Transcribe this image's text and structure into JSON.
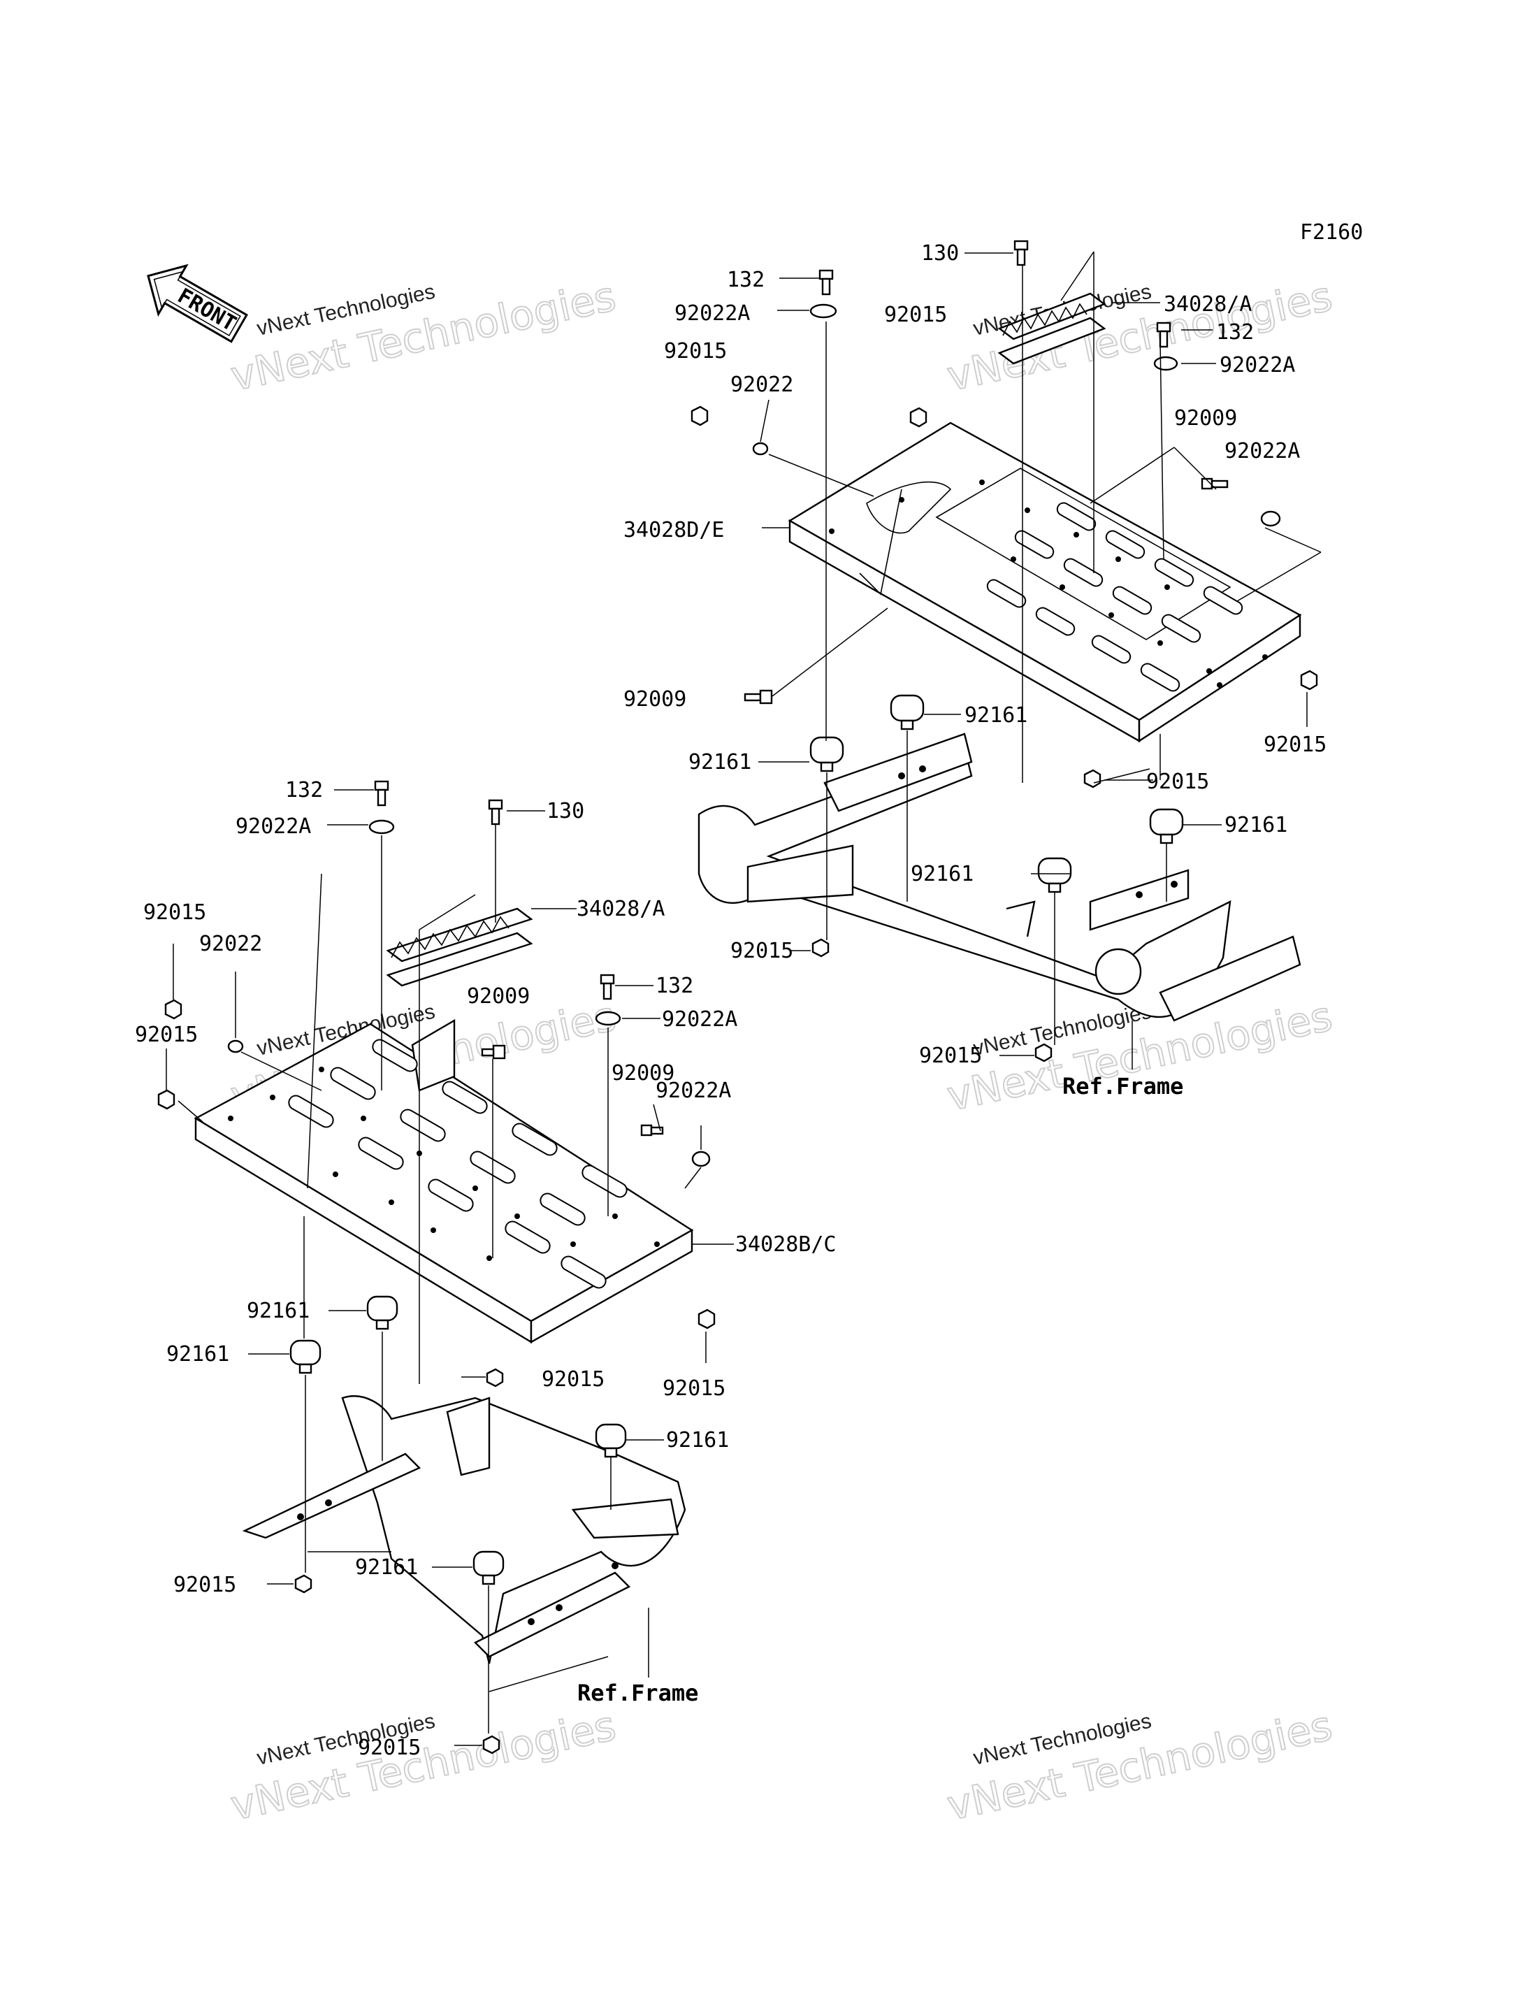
{
  "figure_code": "F2160",
  "front_badge": "FRONT",
  "watermarks": [
    {
      "id": "wm-top-left",
      "line1": "vNext Technologies",
      "line2": "vNext Technologies"
    },
    {
      "id": "wm-top-right",
      "line1": "vNext Technologies",
      "line2": "vNext Technologies"
    },
    {
      "id": "wm-mid-left",
      "line1": "vNext Technologies",
      "line2": "vNext Technologies"
    },
    {
      "id": "wm-mid-right",
      "line1": "vNext Technologies",
      "line2": "vNext Technologies"
    },
    {
      "id": "wm-bottom-left",
      "line1": "vNext Technologies",
      "line2": "vNext Technologies"
    },
    {
      "id": "wm-bottom-right",
      "line1": "vNext Technologies",
      "line2": "vNext Technologies"
    }
  ],
  "reference_labels": {
    "top_frame": "Ref.Frame",
    "bottom_frame": "Ref.Frame"
  },
  "parts_top": {
    "p130": "130",
    "p132_a": "132",
    "p132_b": "132",
    "p92022A_a": "92022A",
    "p92022A_b": "92022A",
    "p92022A_c": "92022A",
    "p92015_a": "92015",
    "p92015_b": "92015",
    "p92015_c": "92015",
    "p92015_d": "92015",
    "p92015_e": "92015",
    "p92015_f": "92015",
    "p92022": "92022",
    "p34028A": "34028/A",
    "p92009_a": "92009",
    "p92009_b": "92009",
    "p34028DE": "34028D/E",
    "p92161_a": "92161",
    "p92161_b": "92161",
    "p92161_c": "92161",
    "p92161_d": "92161"
  },
  "parts_bottom": {
    "p132_a": "132",
    "p132_b": "132",
    "p130": "130",
    "p92022A_a": "92022A",
    "p92022A_b": "92022A",
    "p92022A_c": "92022A",
    "p92015_a": "92015",
    "p92015_b": "92015",
    "p92015_c": "92015",
    "p92015_d": "92015",
    "p92015_e": "92015",
    "p92015_f": "92015",
    "p92022": "92022",
    "p34028A": "34028/A",
    "p92009_a": "92009",
    "p92009_b": "92009",
    "p34028BC": "34028B/C",
    "p92161_a": "92161",
    "p92161_b": "92161",
    "p92161_c": "92161",
    "p92161_d": "92161"
  }
}
